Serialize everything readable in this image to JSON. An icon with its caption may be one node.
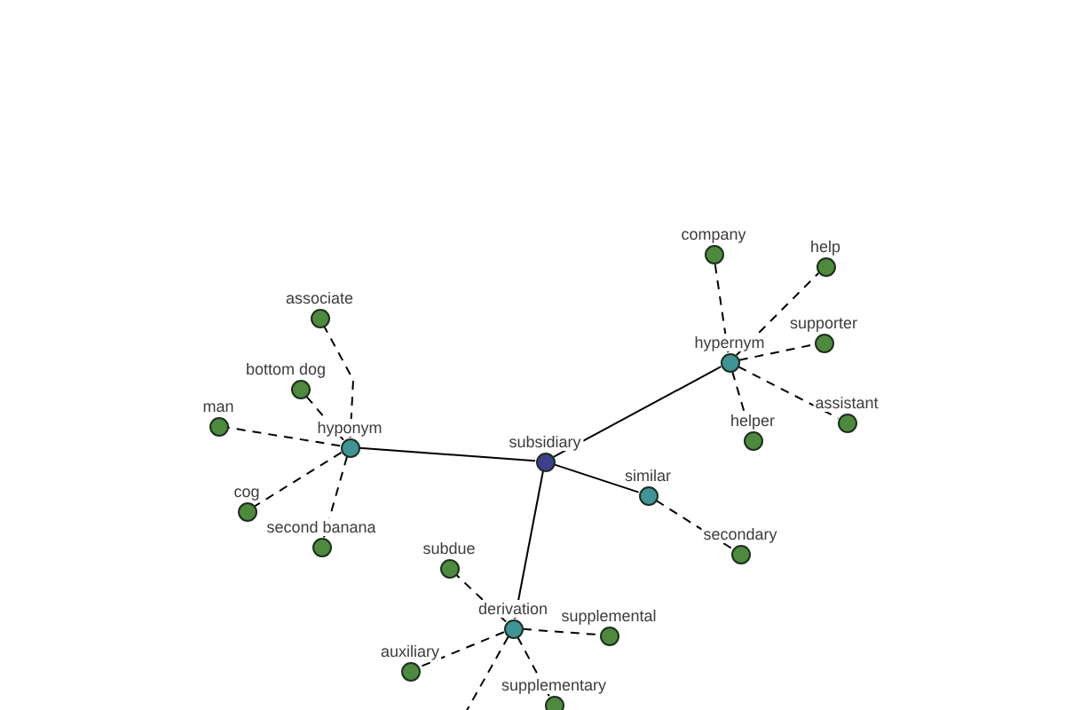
{
  "diagram": {
    "nodes": [
      {
        "text": [
          "subsidiary"
        ]
      },
      {
        "text": [
          "hyponym"
        ]
      },
      {
        "text": [
          "hypernym"
        ]
      },
      {
        "text": [
          "similar"
        ]
      },
      {
        "text": [
          "derivation"
        ]
      },
      {
        "text": [
          "associate"
        ]
      },
      {
        "text": [
          "bottom dog"
        ]
      },
      {
        "text": [
          "man"
        ]
      },
      {
        "text": [
          "cog"
        ]
      },
      {
        "text": [
          "second banana"
        ]
      },
      {
        "text": [
          "company"
        ]
      },
      {
        "text": [
          "help"
        ]
      },
      {
        "text": [
          "supporter"
        ]
      },
      {
        "text": [
          "assistant"
        ]
      },
      {
        "text": [
          "helper"
        ]
      },
      {
        "text": [
          "secondary"
        ]
      },
      {
        "text": [
          "subdue"
        ]
      },
      {
        "text": [
          "supplemental"
        ]
      },
      {
        "text": [
          "auxiliary"
        ]
      },
      {
        "text": [
          "supplementary"
        ]
      }
    ],
    "edges": [
      {
        "from": 0,
        "to": 1,
        "arrow": "none"
      },
      {
        "from": 0,
        "to": 2,
        "arrow": "none"
      },
      {
        "from": 0,
        "to": 3,
        "arrow": "none"
      },
      {
        "from": 0,
        "to": 4,
        "arrow": "none"
      },
      {
        "from": 1,
        "to": 5,
        "arrow": "none",
        "style": "dashed"
      },
      {
        "from": 1,
        "to": 6,
        "arrow": "none",
        "style": "dashed"
      },
      {
        "from": 1,
        "to": 7,
        "arrow": "none",
        "style": "dashed"
      },
      {
        "from": 1,
        "to": 8,
        "arrow": "none",
        "style": "dashed"
      },
      {
        "from": 1,
        "to": 9,
        "arrow": "none",
        "style": "dashed"
      },
      {
        "from": 2,
        "to": 10,
        "arrow": "none",
        "style": "dashed"
      },
      {
        "from": 2,
        "to": 11,
        "arrow": "none",
        "style": "dashed"
      },
      {
        "from": 2,
        "to": 12,
        "arrow": "none",
        "style": "dashed"
      },
      {
        "from": 2,
        "to": 13,
        "arrow": "none",
        "style": "dashed"
      },
      {
        "from": 2,
        "to": 14,
        "arrow": "none",
        "style": "dashed"
      },
      {
        "from": 3,
        "to": 15,
        "arrow": "none",
        "style": "dashed"
      },
      {
        "from": 4,
        "to": 16,
        "arrow": "none",
        "style": "dashed"
      },
      {
        "from": 4,
        "to": 17,
        "arrow": "none",
        "style": "dashed"
      },
      {
        "from": 4,
        "to": 18,
        "arrow": "none",
        "style": "dashed"
      },
      {
        "from": 4,
        "to": 19,
        "arrow": "none",
        "style": "dashed"
      },
      {
        "from": 4,
        "to": null,
        "arrow": "none",
        "style": "dashed"
      }
    ]
  }
}
